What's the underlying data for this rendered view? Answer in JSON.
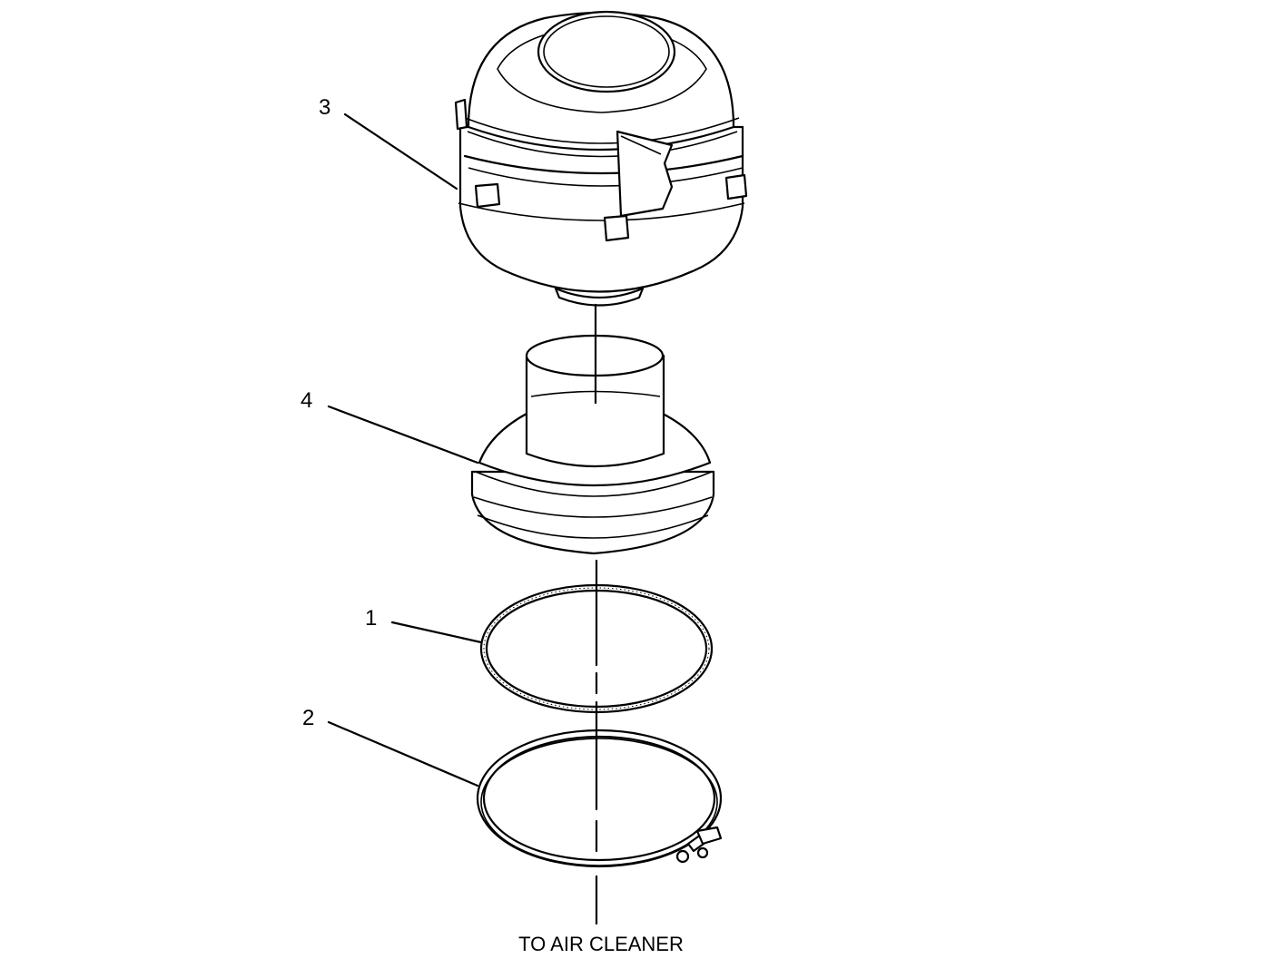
{
  "diagram": {
    "callouts": [
      {
        "label": "3"
      },
      {
        "label": "4"
      },
      {
        "label": "1"
      },
      {
        "label": "2"
      }
    ],
    "caption": "TO AIR CLEANER"
  }
}
